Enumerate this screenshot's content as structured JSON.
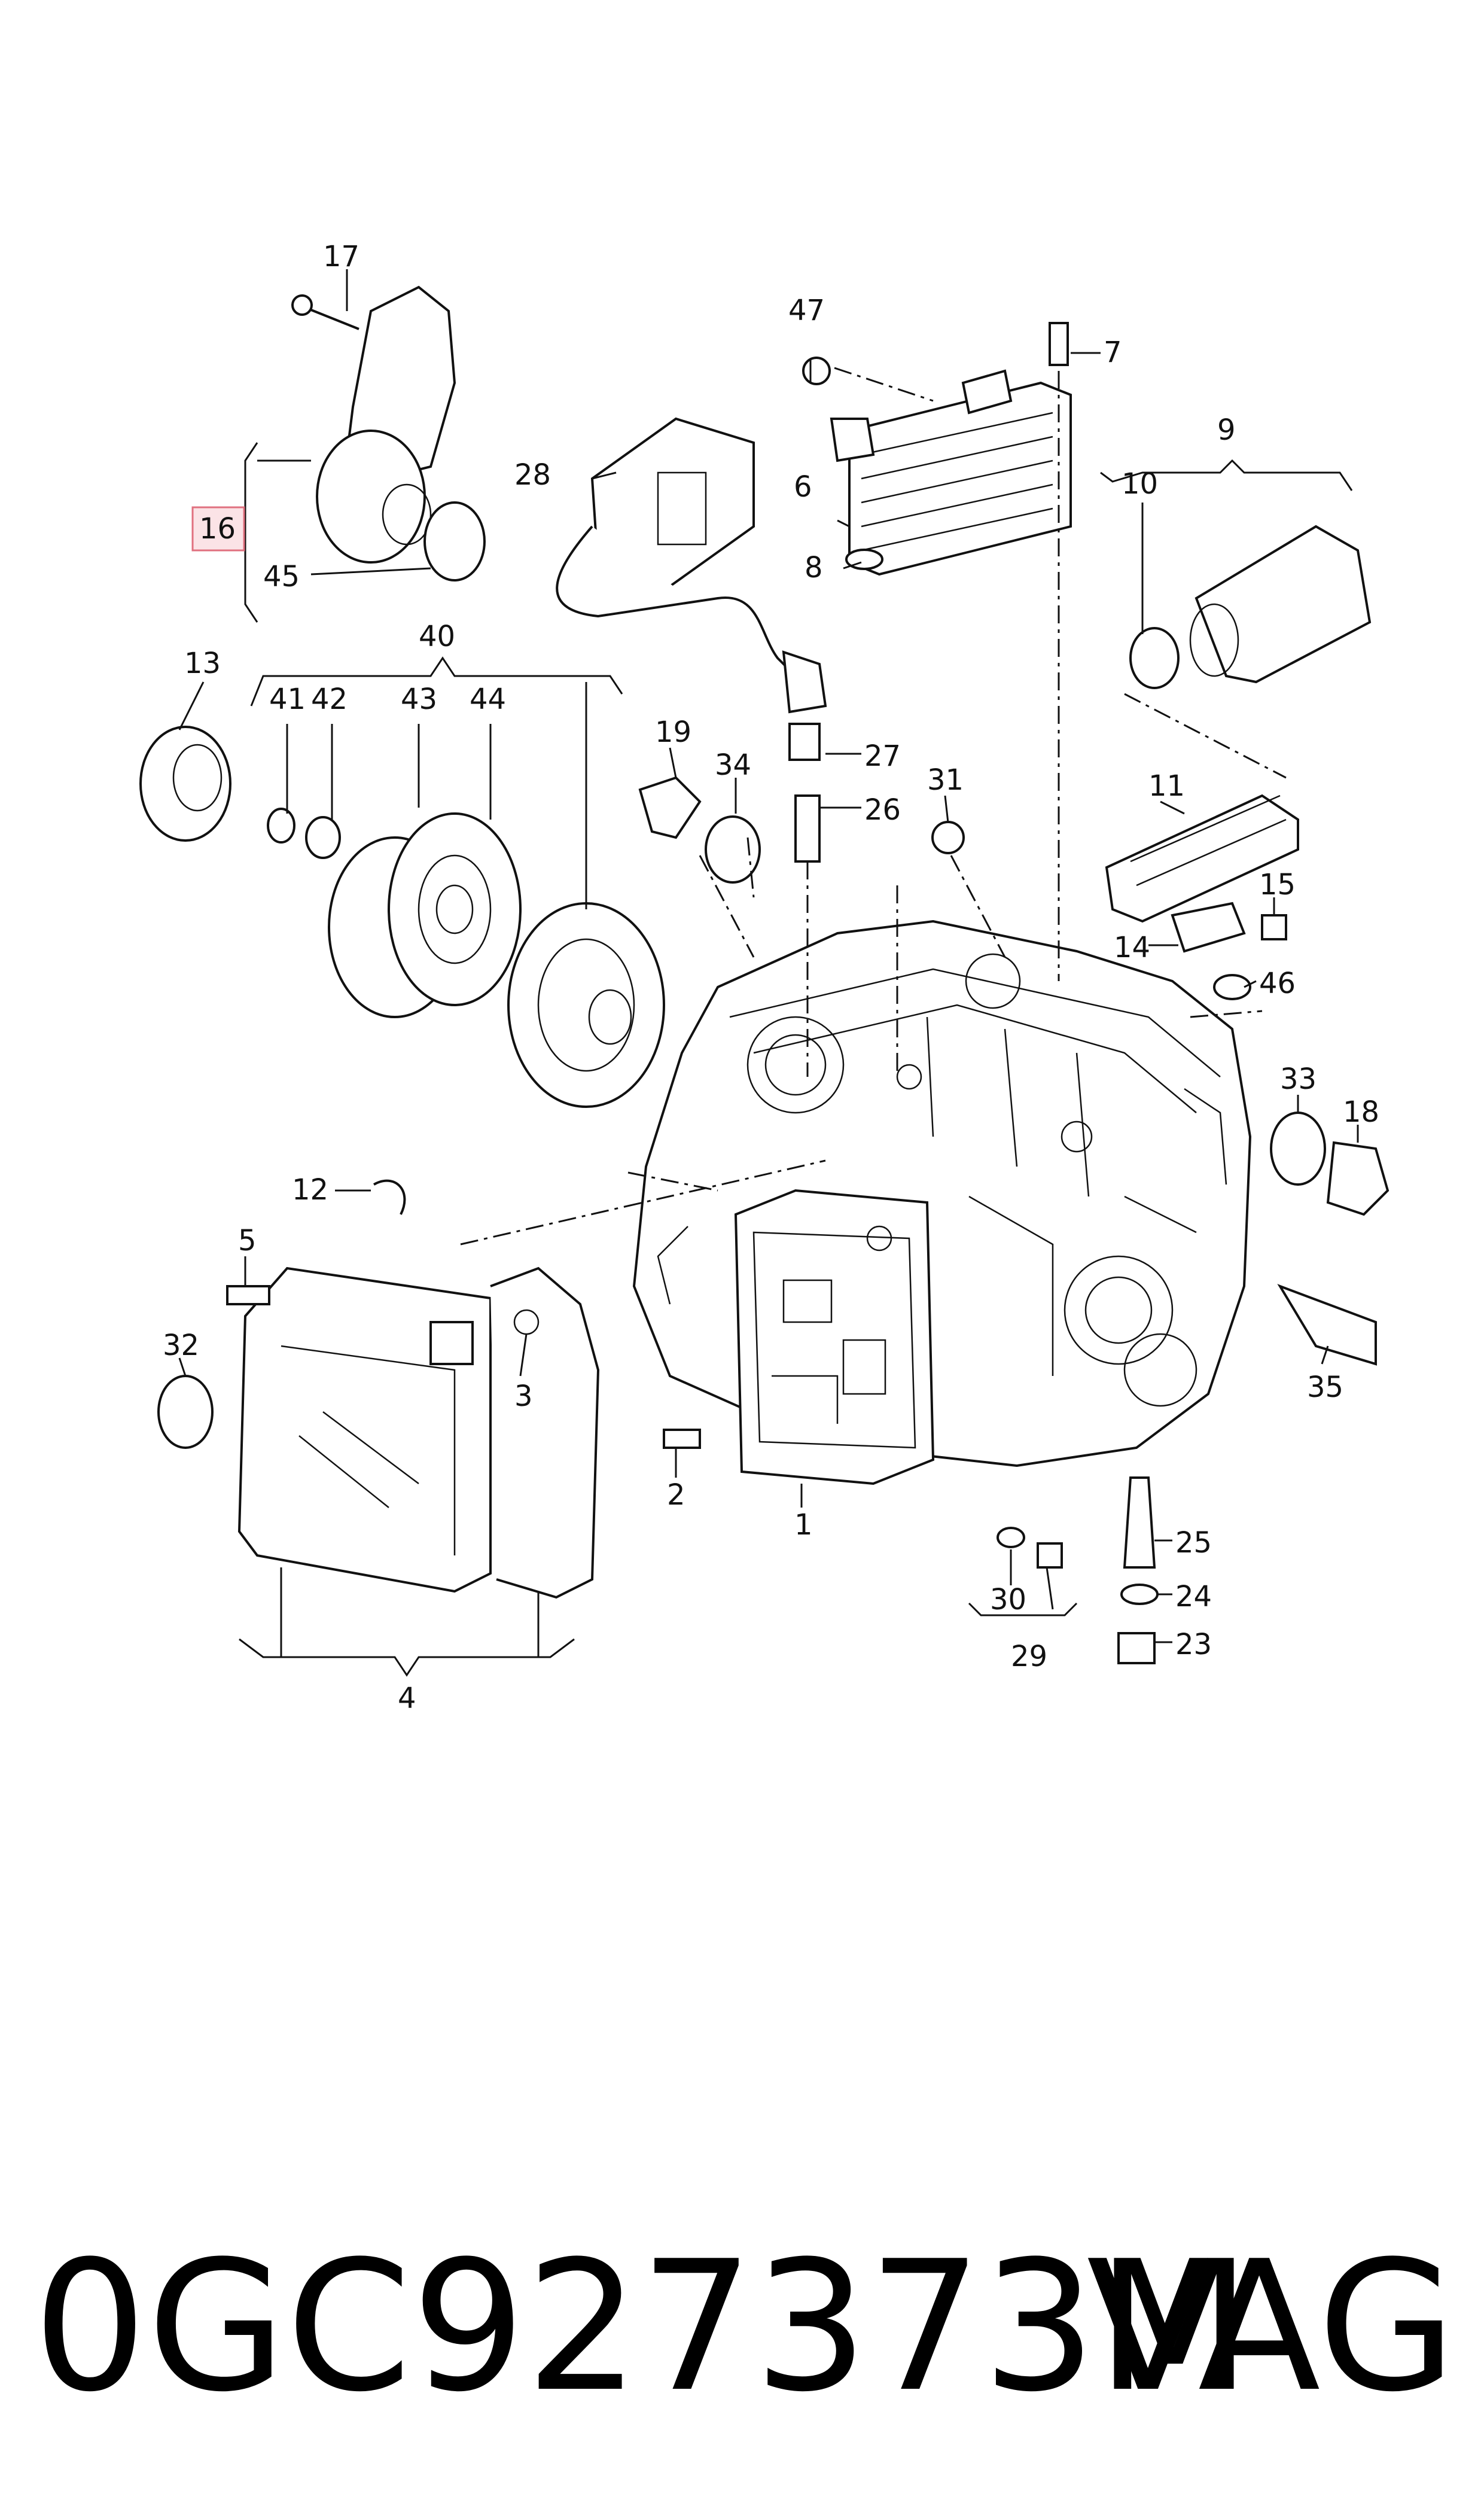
{
  "callouts": {
    "c1": "1",
    "c2": "2",
    "c3": "3",
    "c4": "4",
    "c5": "5",
    "c6": "6",
    "c7": "7",
    "c8": "8",
    "c9": "9",
    "c10": "10",
    "c11": "11",
    "c12": "12",
    "c13": "13",
    "c14": "14",
    "c15": "15",
    "c16": "16",
    "c17": "17",
    "c18": "18",
    "c19": "19",
    "c23": "23",
    "c24": "24",
    "c25": "25",
    "c26": "26",
    "c27": "27",
    "c28": "28",
    "c29": "29",
    "c30": "30",
    "c31": "31",
    "c32": "32",
    "c33": "33",
    "c34": "34",
    "c35": "35",
    "c40": "40",
    "c41": "41",
    "c42": "42",
    "c43": "43",
    "c44": "44",
    "c45": "45",
    "c46": "46",
    "c47": "47"
  },
  "highlighted_callout": "16",
  "highlight_color": "#e0707f",
  "footer": {
    "part_number": "0GC927373M",
    "brand": "VAG"
  }
}
